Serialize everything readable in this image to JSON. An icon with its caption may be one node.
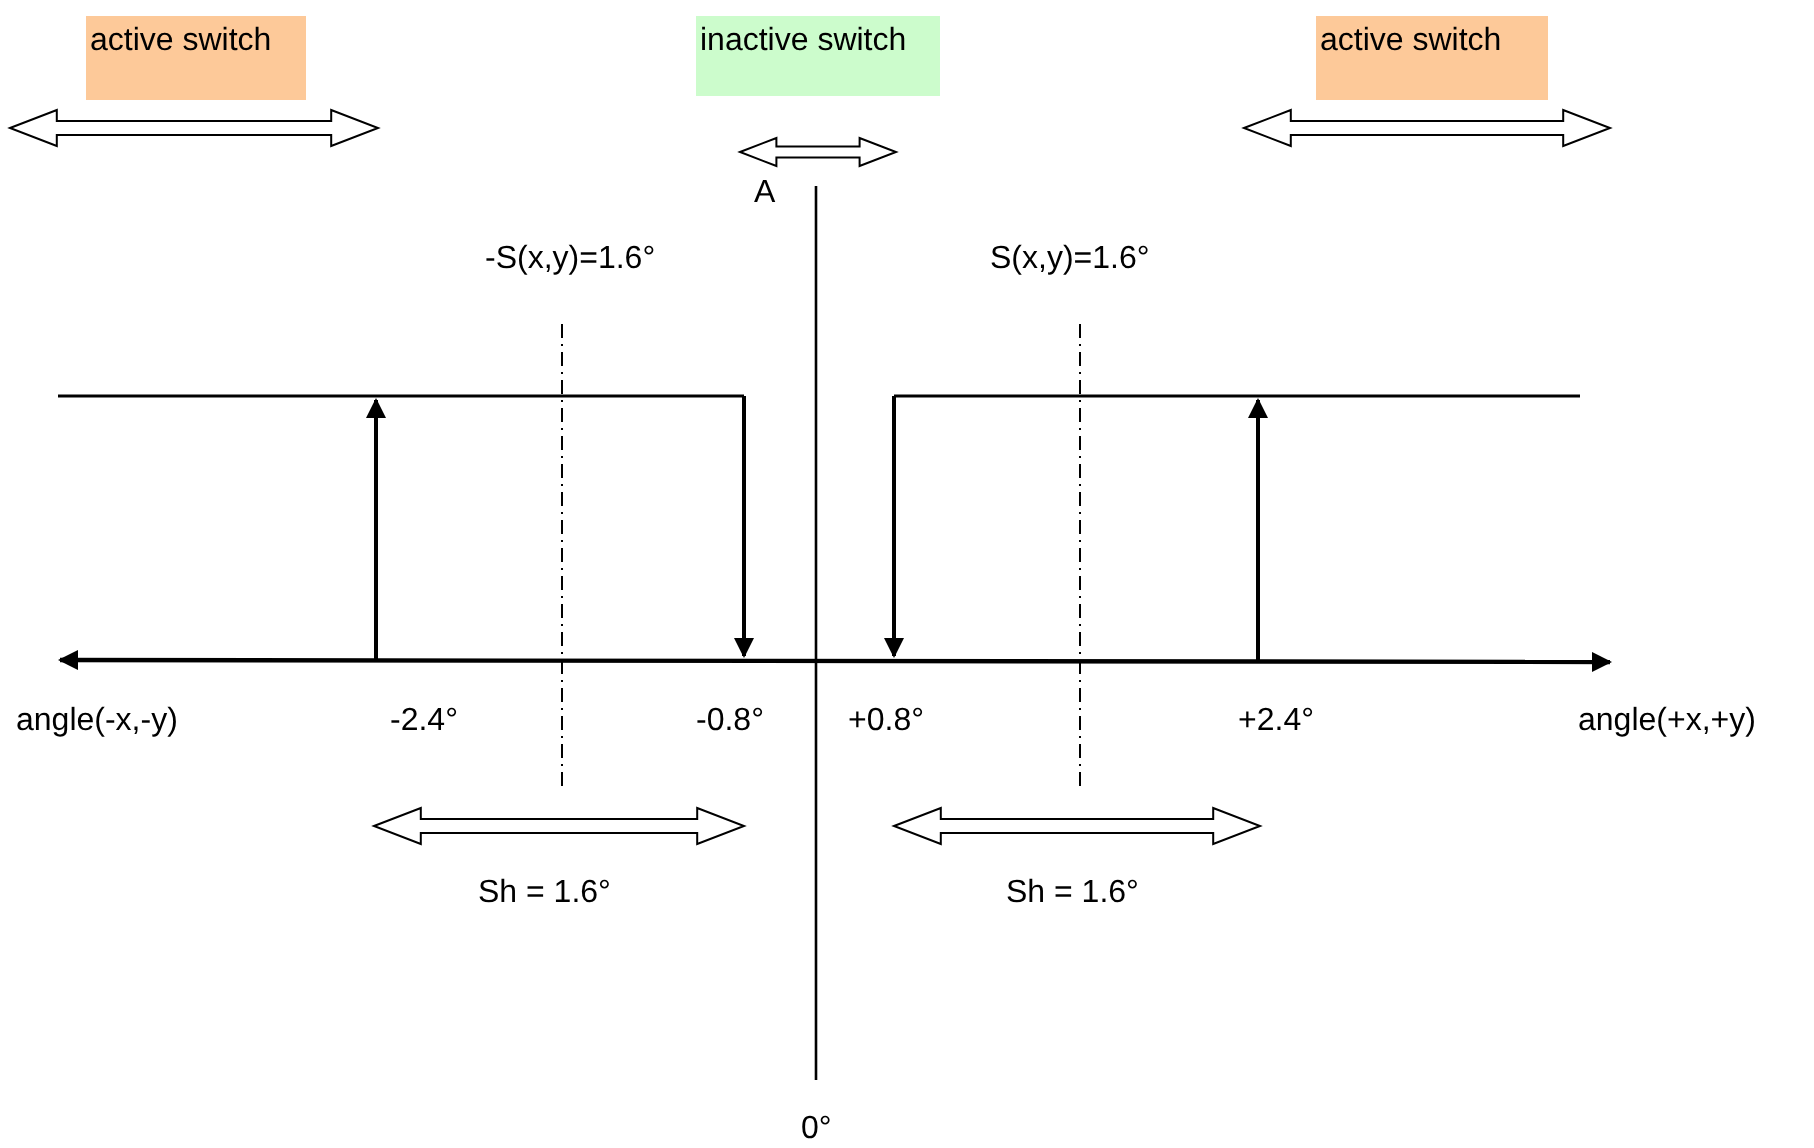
{
  "diagram": {
    "nodes": [
      {
        "text": [
          "active switch"
        ]
      },
      {
        "text": [
          "inactive switch"
        ]
      },
      {
        "text": [
          "active switch"
        ]
      }
    ],
    "labels": [
      "A",
      "-S(x,y)=1.6°",
      "S(x,y)=1.6°",
      "angle(-x,-y)",
      "-2.4°",
      "-0.8°",
      "+0.8°",
      "+2.4°",
      "angle(+x,+y)",
      "Sh = 1.6°",
      "Sh = 1.6°",
      "0°"
    ]
  }
}
